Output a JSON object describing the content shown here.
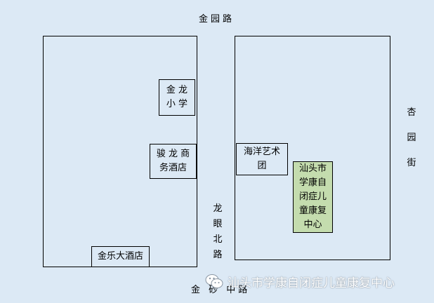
{
  "roads": {
    "top": "金园路",
    "right_chars": [
      "杏",
      "园",
      "街"
    ],
    "center_chars": [
      "龙",
      "眼",
      "北",
      "路"
    ],
    "bottom": "金 砂 中路"
  },
  "places": {
    "school": {
      "line1": "金 龙",
      "line2": "小 学"
    },
    "hotel_junlong": {
      "line1": "骏 龙 商",
      "line2": "务酒店"
    },
    "hotel_jinle": {
      "line1": "金乐大酒店"
    },
    "art_troupe": {
      "line1": "海洋艺术",
      "line2": "团"
    },
    "rehab_center": {
      "lines": [
        "汕头市",
        "学康自",
        "闭症儿",
        "童康复",
        "中心"
      ],
      "color": "#c4dcae"
    }
  },
  "watermark": {
    "text": "汕头市学康自闭症儿童康复中心",
    "icon": "wechat-icon"
  },
  "colors": {
    "background": "#dce9f5",
    "highlight": "#c4dcae"
  }
}
